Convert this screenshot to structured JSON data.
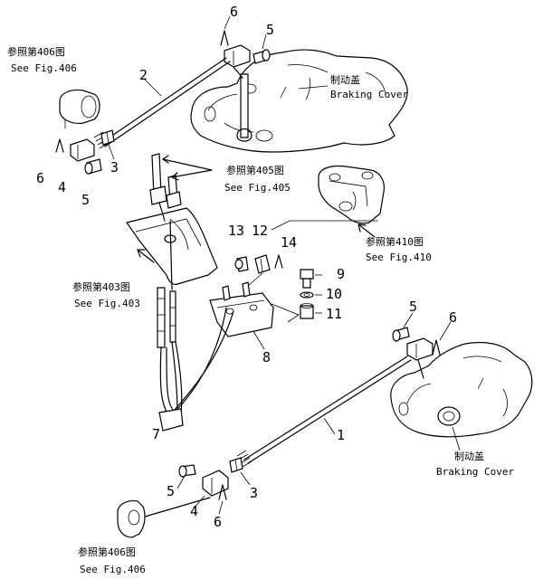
{
  "references": {
    "fig406_top": {
      "zh": "参照第406图",
      "en": "See Fig.406"
    },
    "fig405": {
      "zh": "参照第405图",
      "en": "See Fig.405"
    },
    "fig410": {
      "zh": "参照第410图",
      "en": "See Fig.410"
    },
    "fig403": {
      "zh": "参照第403图",
      "en": "See Fig.403"
    },
    "fig406_bottom": {
      "zh": "参照第406图",
      "en": "See Fig.406"
    }
  },
  "covers": {
    "top": {
      "zh": "制动盖",
      "en": "Braking Cover"
    },
    "bottom": {
      "zh": "制动盖",
      "en": "Braking Cover"
    }
  },
  "part_numbers": {
    "rod_top": "2",
    "pin_top_right": "6",
    "bolt_top_right": "5",
    "pin_top_left": "6",
    "clevis_top_left": "4",
    "bolt_top_left": "5",
    "nut_top": "3",
    "bolt_13": "13",
    "clevis_12": "12",
    "pin_14": "14",
    "bolt_9": "9",
    "washer_10": "10",
    "nut_11": "11",
    "bracket_8": "8",
    "cable_7": "7",
    "rod_bottom": "1",
    "bolt_bottom_right": "5",
    "pin_bottom_right": "6",
    "bolt_bottom_left": "5",
    "clevis_bottom_left": "4",
    "pin_bottom_left": "6",
    "nut_bottom": "3"
  }
}
